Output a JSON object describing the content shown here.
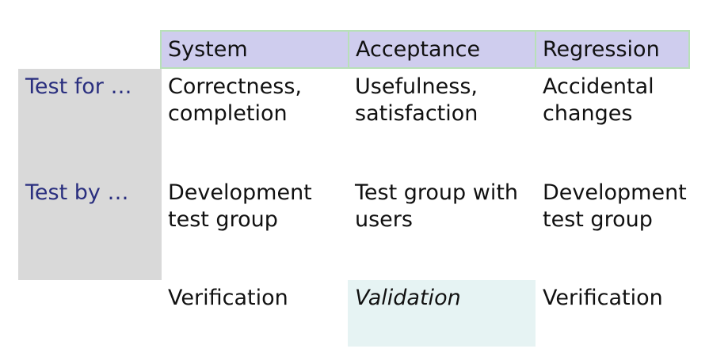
{
  "columns": [
    "System",
    "Acceptance",
    "Regression"
  ],
  "rows": [
    {
      "label": "Test for …",
      "cells": [
        "Correctness,\ncompletion",
        "Usefulness,\nsatisfaction",
        "Accidental\nchanges"
      ]
    },
    {
      "label": "Test by …",
      "cells": [
        "Development\ntest group",
        "Test group with\nusers",
        "Development\ntest group"
      ]
    },
    {
      "label": "",
      "cells": [
        "Verification",
        "Validation",
        "Verification"
      ]
    }
  ],
  "colors": {
    "header_bg": "#cfcdee",
    "header_border": "#b8e0b8",
    "row_label_bg": "#d9d9d9",
    "row_label_text": "#2a2f7f",
    "validation_bg": "#e6f3f3"
  }
}
